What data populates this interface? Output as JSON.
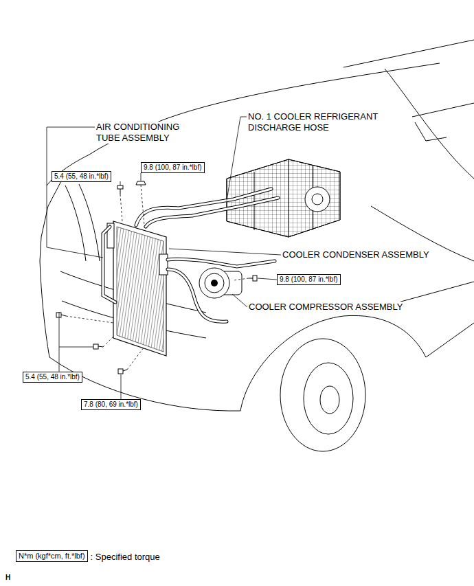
{
  "diagram": {
    "nodes": [
      {
        "text": [
          "9.8 (100, 87 in.*lbf)"
        ]
      },
      {
        "text": [
          "5.4 (55, 48 in.*lbf)"
        ]
      },
      {
        "text": [
          "9.8 (100, 87 in.*lbf)"
        ]
      },
      {
        "text": [
          "5.4 (55, 48 in.*lbf)"
        ]
      },
      {
        "text": [
          "7.8 (80, 69 in.*lbf)"
        ]
      },
      {
        "text": [
          "N*m (kgf*cm, ft.*lbf)"
        ]
      }
    ],
    "labels": [
      "AIR CONDITIONING TUBE ASSEMBLY",
      "NO. 1 COOLER REFRIGERANT DISCHARGE HOSE",
      "COOLER CONDENSER ASSEMBLY",
      "COOLER COMPRESSOR ASSEMBLY",
      ": Specified torque",
      "H"
    ]
  }
}
